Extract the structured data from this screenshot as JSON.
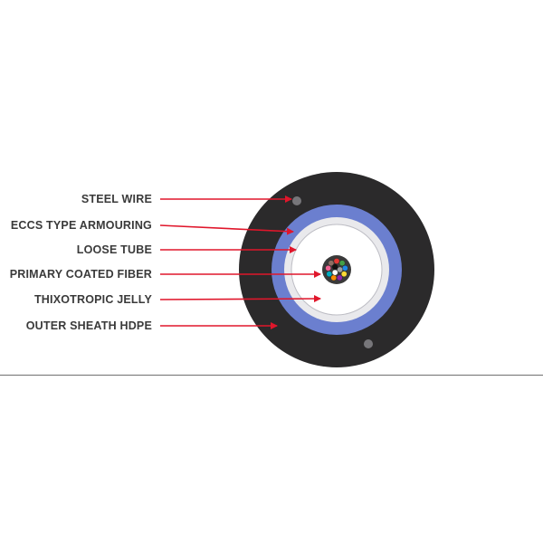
{
  "labels": [
    {
      "id": "steel-wire",
      "text": "STEEL WIRE"
    },
    {
      "id": "eccs-type-armouring",
      "text": "ECCS TYPE ARMOURING"
    },
    {
      "id": "loose-tube",
      "text": "LOOSE TUBE"
    },
    {
      "id": "primary-coated-fiber",
      "text": "PRIMARY COATED FIBER"
    },
    {
      "id": "thixotropic-jelly",
      "text": "THIXOTROPIC JELLY"
    },
    {
      "id": "outer-sheath-hdpe",
      "text": "OUTER SHEATH HDPE"
    }
  ],
  "colors": {
    "sheath": "#2b2a2b",
    "armour": "#6b7fcf",
    "loose_tube_ring": "#e9e9ec",
    "jelly": "#ffffff",
    "core": "#3a3a3a",
    "arrow": "#e0162b",
    "label_text": "#3a3a3a",
    "steel_wire": "#77767a"
  },
  "fiber_colors": [
    "#e53935",
    "#43a047",
    "#1e88e5",
    "#fdd835",
    "#8e24aa",
    "#fb8c00",
    "#00acc1",
    "#f06292",
    "#8d6e63",
    "#9e9e9e",
    "#ffffff",
    "#111111"
  ]
}
